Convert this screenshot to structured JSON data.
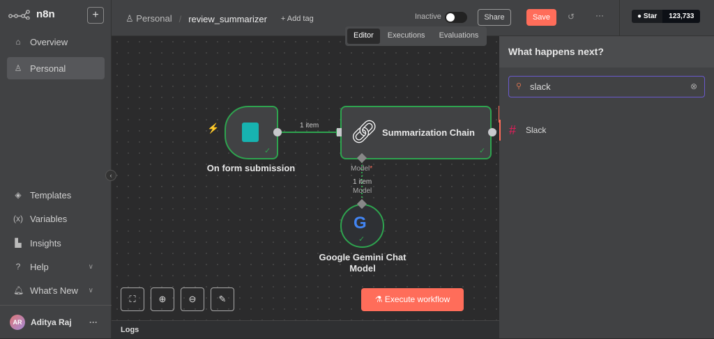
{
  "app": {
    "name": "n8n",
    "new_button": "+"
  },
  "sidebar": {
    "items": [
      {
        "label": "Overview",
        "icon": "home-icon"
      },
      {
        "label": "Personal",
        "icon": "user-icon"
      },
      {
        "label": "Templates",
        "icon": "box-icon"
      },
      {
        "label": "Variables",
        "icon": "variable-icon"
      },
      {
        "label": "Insights",
        "icon": "chart-icon"
      },
      {
        "label": "Help",
        "icon": "help-icon"
      },
      {
        "label": "What's New",
        "icon": "bell-icon"
      }
    ],
    "user": {
      "initials": "AR",
      "name": "Aditya Raj",
      "more": "···"
    }
  },
  "header": {
    "breadcrumb_project": "Personal",
    "workflow_name": "review_summarizer",
    "add_tag": "+ Add tag",
    "status": "Inactive",
    "share": "Share",
    "save": "Save",
    "more": "···",
    "star": "Star",
    "star_count": "123,733"
  },
  "tabs": [
    "Editor",
    "Executions",
    "Evaluations"
  ],
  "canvas": {
    "nodes": {
      "trigger": "On form submission",
      "chain": "Summarization Chain",
      "model": "Google Gemini Chat Model"
    },
    "edge_label": "1 item",
    "model_port": "Model",
    "model_edge_count": "1 item",
    "model_edge_label": "Model",
    "execute": "Execute workflow"
  },
  "logs": "Logs",
  "panel": {
    "title": "What happens next?",
    "search_value": "slack",
    "results": [
      "Slack"
    ]
  },
  "colors": {
    "accent": "#ff6d5a",
    "success": "#2ea44f"
  }
}
